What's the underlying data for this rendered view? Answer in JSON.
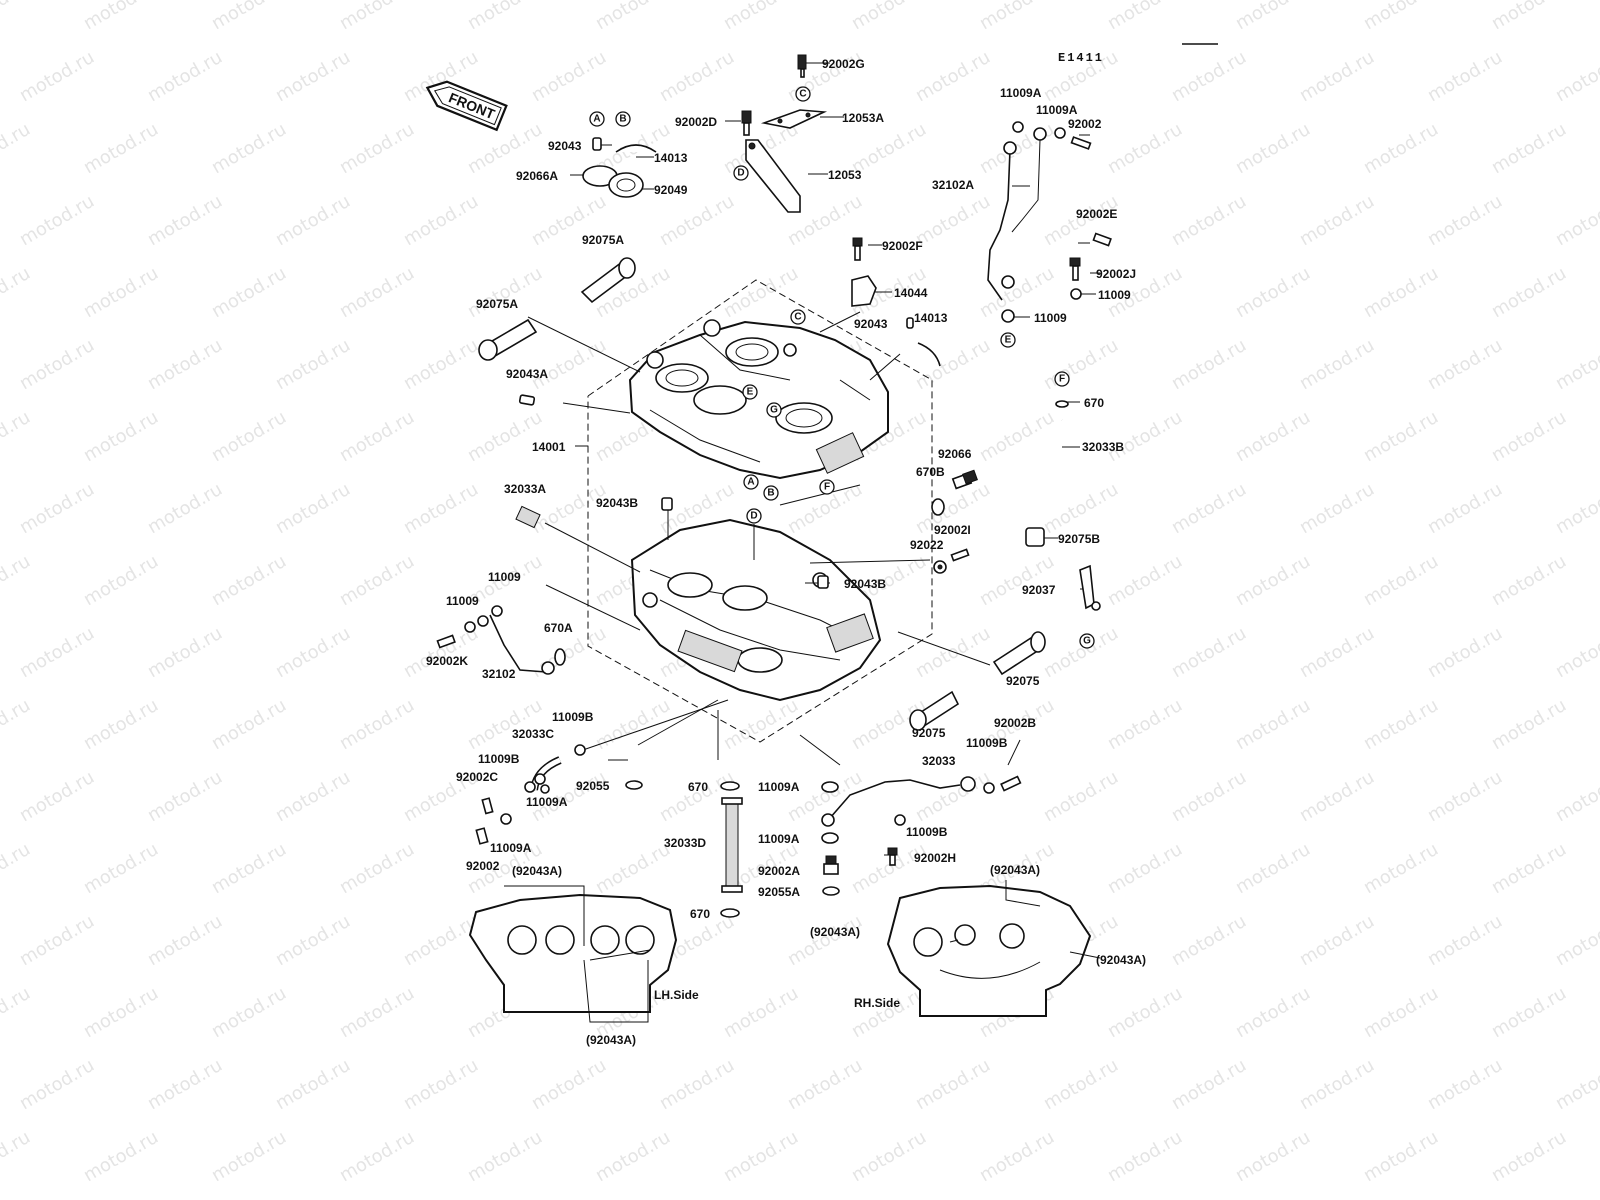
{
  "diagram_code": "E1411",
  "front_label": "FRONT",
  "watermark": "motod.ru",
  "side_labels": {
    "lh": "LH.Side",
    "rh": "RH.Side"
  },
  "callouts": [
    {
      "key": "A"
    },
    {
      "key": "B"
    },
    {
      "key": "C"
    },
    {
      "key": "D"
    },
    {
      "key": "E"
    },
    {
      "key": "F"
    },
    {
      "key": "G"
    }
  ],
  "parts": {
    "p92002G": "92002G",
    "p12053A": "12053A",
    "p92002D": "92002D",
    "p12053": "12053",
    "p92043": "92043",
    "p14013": "14013",
    "p92066A": "92066A",
    "p92049": "92049",
    "p92075A_top": "92075A",
    "p92075A_mid": "92075A",
    "p92002F": "92002F",
    "p14044": "14044",
    "p92043_b": "92043",
    "p14013_b": "14013",
    "p92043A": "92043A",
    "p14001": "14001",
    "p32033A": "32033A",
    "p92043B_top": "92043B",
    "p92043B_side": "92043B",
    "p11009A_1": "11009A",
    "p11009A_2": "11009A",
    "p92002": "92002",
    "p32102A": "32102A",
    "p92002E": "92002E",
    "p92002J": "92002J",
    "p11009_r": "11009",
    "p11009_r2": "11009",
    "p670_r": "670",
    "p32033B": "32033B",
    "p92066": "92066",
    "p670B": "670B",
    "p92075B": "92075B",
    "p92002I": "92002I",
    "p92022": "92022",
    "p92037": "92037",
    "p92075_r": "92075",
    "p92075_c": "92075",
    "p11009_l1": "11009",
    "p11009_l2": "11009",
    "p92002K": "92002K",
    "p32102": "32102",
    "p670A": "670A",
    "p11009B_l": "11009B",
    "p32033C": "32033C",
    "p11009B_l2": "11009B",
    "p92002C": "92002C",
    "p11009A_l1": "11009A",
    "p11009A_l2": "11009A",
    "p92002_l": "92002",
    "p92055": "92055",
    "p670_c1": "670",
    "p32033D": "32033D",
    "p670_c2": "670",
    "p11009A_c1": "11009A",
    "p11009A_c2": "11009A",
    "p92002A": "92002A",
    "p92055A": "92055A",
    "p32033": "32033",
    "p11009B_r": "11009B",
    "p92002B": "92002B",
    "p11009B_r2": "11009B",
    "p92002H": "92002H",
    "p92043A_lh_top": "(92043A)",
    "p92043A_lh_bot": "(92043A)",
    "p92043A_rh_top": "(92043A)",
    "p92043A_rh_left": "(92043A)",
    "p92043A_rh_right": "(92043A)"
  }
}
